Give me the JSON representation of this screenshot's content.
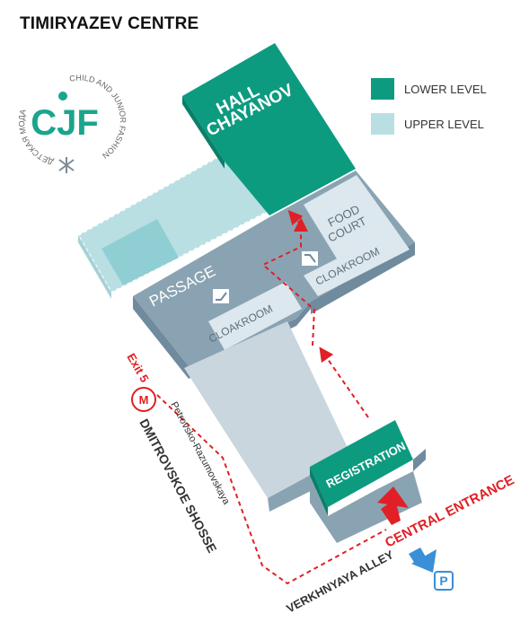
{
  "title": "TIMIRYAZEV CENTRE",
  "logo": {
    "letters": "CJF",
    "ring_text_en": "CHILD AND JUNIOR FASHION",
    "ring_text_ru": "ДЕТСКАЯ МОДА"
  },
  "legend": {
    "lower": {
      "label": "LOWER LEVEL",
      "color": "#0d9b80"
    },
    "upper": {
      "label": "UPPER LEVEL",
      "color": "#b9dfe3"
    }
  },
  "labels": {
    "hall_line1": "HALL",
    "hall_line2": "CHAYANOV",
    "food_line1": "FOOD",
    "food_line2": "COURT",
    "cloakroom_right": "CLOAKROOM",
    "cloakroom_center": "CLOAKROOM",
    "passage": "PASSAGE",
    "registration": "REGISTRATION",
    "exit": "Exit 5",
    "metro_station": "Petrovsko-Razumovskaya",
    "road": "DMITROVSKOE SHOSSE",
    "alley": "VERKHNYAYA ALLEY",
    "entrance": "CENTRAL ENTRANCE",
    "parking": "P"
  },
  "colors": {
    "lower": "#0d9b80",
    "upper": "#b9dfe3",
    "building": "#8aa3b3",
    "building_dark": "#6f8b9d",
    "floor_light": "#c9d6de",
    "accent_red": "#e11f26",
    "parking_blue": "#3a8fd6"
  }
}
